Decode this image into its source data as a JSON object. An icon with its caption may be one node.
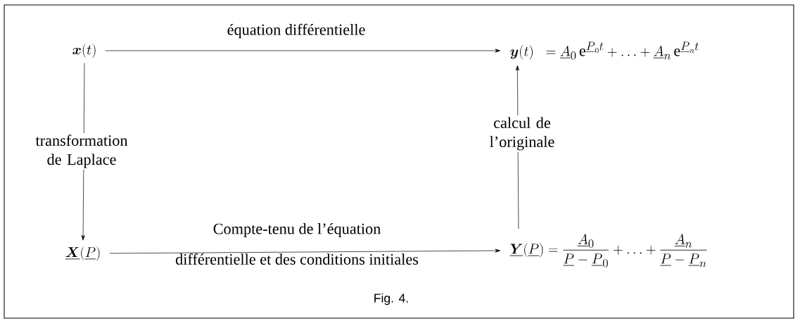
{
  "diagram": {
    "caption": "Fig. 4.",
    "nodes": [
      {
        "text": [
          "\\boldsymbol{x}(t)"
        ]
      },
      {
        "text": [
          "\\boldsymbol{y}(t)\\;\\; = \\underline{A}_0\\,\\mathrm{e}^{\\underline{P}_0 t} + \\ldots + \\underline{A}_n\\,\\mathrm{e}^{\\underline{P}_n t}"
        ]
      },
      {
        "text": [
          "\\underline{\\boldsymbol{X}}(\\underline{P})"
        ]
      },
      {
        "text": [
          "\\underline{\\boldsymbol{Y}}(\\underline{P}) = \\frac{\\underline{A}_0}{\\underline{P} - \\underline{P}_0} + \\ldots + \\frac{\\underline{A}_n}{\\underline{P} - \\underline{P}_n}"
        ]
      }
    ],
    "edges": [
      {
        "from": 0,
        "to": 1,
        "arrow": "to",
        "label": "équation différentielle"
      },
      {
        "from": 0,
        "to": 2,
        "arrow": "to",
        "label": "transformation de Laplace"
      },
      {
        "from": 2,
        "to": 3,
        "arrow": "to",
        "label": "Compte-tenu de l’équation"
      },
      {
        "from": 3,
        "to": 1,
        "arrow": "to",
        "label": "calcul de l’originale"
      }
    ],
    "labels": [
      "différentielle et des conditions initiales"
    ]
  }
}
